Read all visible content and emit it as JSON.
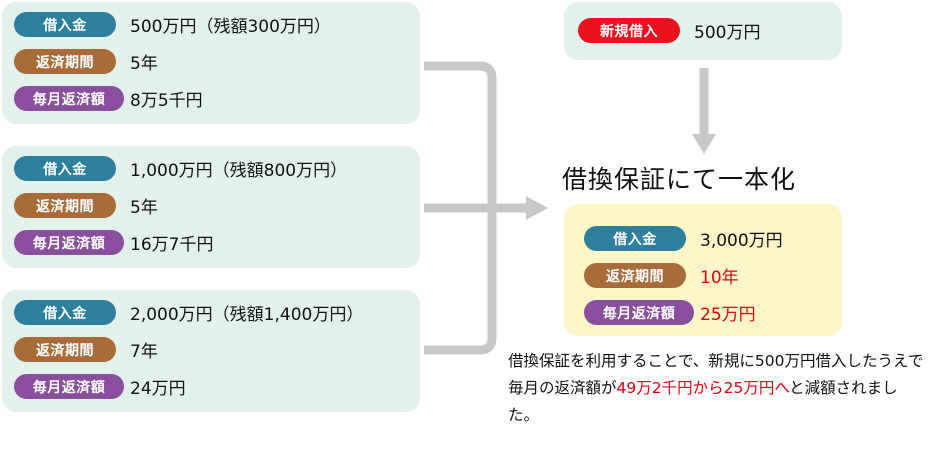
{
  "labels": {
    "loan": "借入金",
    "term": "返済期間",
    "monthly": "毎月返済額",
    "new_loan": "新規借入"
  },
  "loans": [
    {
      "amount": "500万円（残額300万円）",
      "term": "5年",
      "monthly": "8万5千円"
    },
    {
      "amount": "1,000万円（残額800万円）",
      "term": "5年",
      "monthly": "16万7千円"
    },
    {
      "amount": "2,000万円（残額1,400万円）",
      "term": "7年",
      "monthly": "24万円"
    }
  ],
  "new_loan": {
    "amount": "500万円"
  },
  "consolidation": {
    "heading": "借換保証にて一本化",
    "amount": "3,000万円",
    "term": "10年",
    "monthly": "25万円"
  },
  "note": {
    "part1": "借換保証を利用することで、新規に500万円借入したうえで毎月の返済額が",
    "highlight": "49万2千円から25万円へ",
    "part2": "と減額されました。"
  },
  "colors": {
    "card_green": "#e3f1ec",
    "card_yellow": "#fdf6c8",
    "pill_loan": "#2e7f9c",
    "pill_term": "#a86b3a",
    "pill_monthly": "#8a4e9e",
    "pill_new": "#e8121e",
    "highlight": "#e60012",
    "arrow": "#c8c8c8"
  }
}
